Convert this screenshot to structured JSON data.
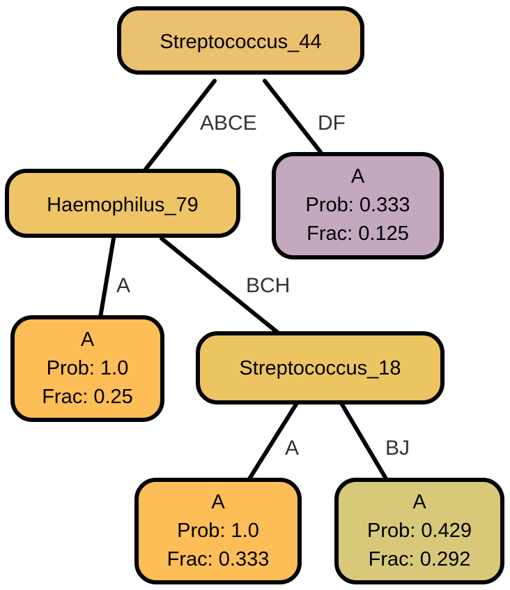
{
  "diagram": {
    "nodes": [
      {
        "id": "n44",
        "lines": [
          "Streptococcus_44"
        ],
        "fill": "#ebc06e"
      },
      {
        "id": "n79",
        "lines": [
          "Haemophilus_79"
        ],
        "fill": "#efc466"
      },
      {
        "id": "leafDF",
        "lines": [
          "A",
          "Prob: 0.333",
          "Frac: 0.125"
        ],
        "fill": "#c4a8bf"
      },
      {
        "id": "leafA1",
        "lines": [
          "A",
          "Prob: 1.0",
          "Frac: 0.25"
        ],
        "fill": "#fdbd57"
      },
      {
        "id": "n18",
        "lines": [
          "Streptococcus_18"
        ],
        "fill": "#ecc462"
      },
      {
        "id": "leafA2",
        "lines": [
          "A",
          "Prob: 1.0",
          "Frac: 0.333"
        ],
        "fill": "#fdbd57"
      },
      {
        "id": "leafBJ",
        "lines": [
          "A",
          "Prob: 0.429",
          "Frac: 0.292"
        ],
        "fill": "#d8c97a"
      }
    ],
    "edges": [
      {
        "from": "n44",
        "to": "n79",
        "label": "ABCE"
      },
      {
        "from": "n44",
        "to": "leafDF",
        "label": "DF"
      },
      {
        "from": "n79",
        "to": "leafA1",
        "label": "A"
      },
      {
        "from": "n79",
        "to": "n18",
        "label": "BCH"
      },
      {
        "from": "n18",
        "to": "leafA2",
        "label": "A"
      },
      {
        "from": "n18",
        "to": "leafBJ",
        "label": "BJ"
      }
    ]
  }
}
